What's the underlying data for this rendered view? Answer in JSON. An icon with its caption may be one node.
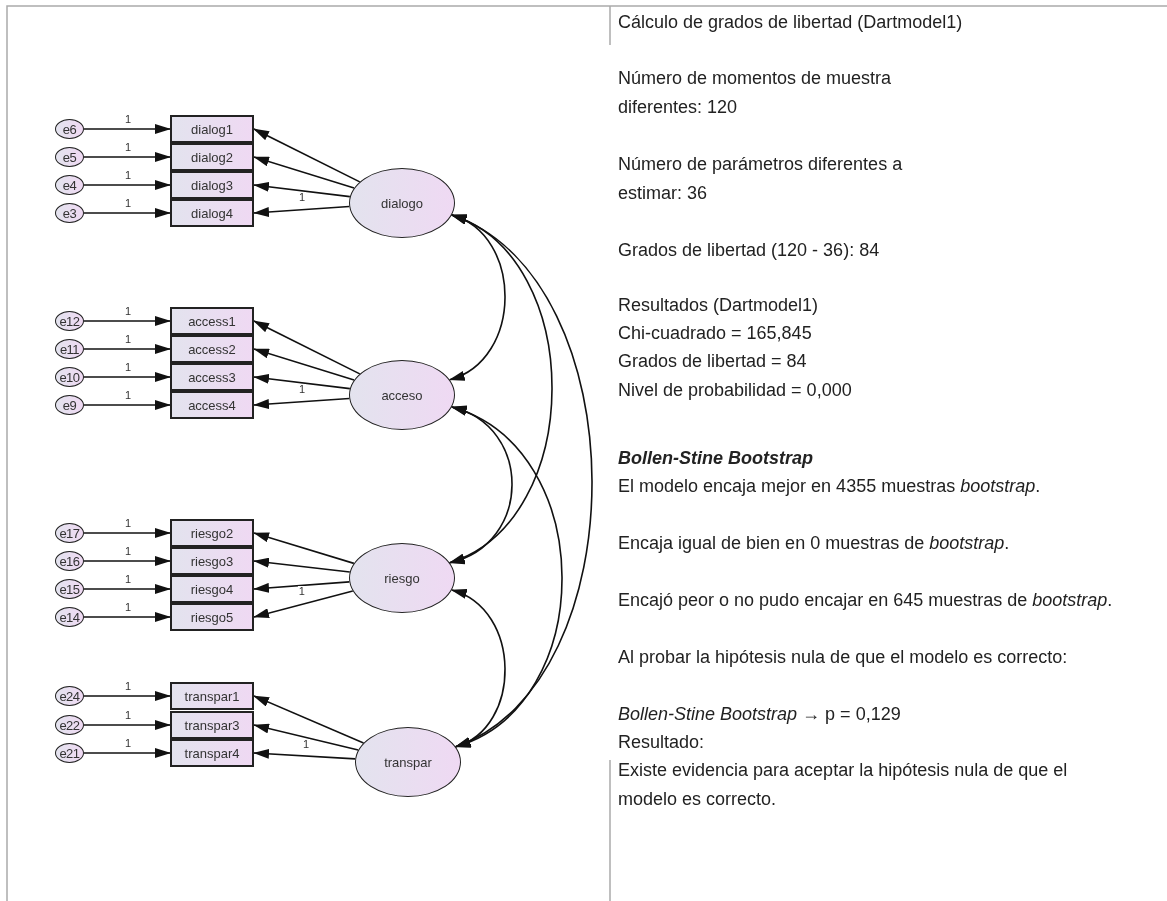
{
  "diagram": {
    "nodes": [
      {
        "text": [
          "e6"
        ]
      },
      {
        "text": [
          "e5"
        ]
      },
      {
        "text": [
          "e4"
        ]
      },
      {
        "text": [
          "e3"
        ]
      },
      {
        "text": [
          "dialog1"
        ]
      },
      {
        "text": [
          "dialog2"
        ]
      },
      {
        "text": [
          "dialog3"
        ]
      },
      {
        "text": [
          "dialog4"
        ]
      },
      {
        "text": [
          "dialogo"
        ]
      },
      {
        "text": [
          "e12"
        ]
      },
      {
        "text": [
          "e11"
        ]
      },
      {
        "text": [
          "e10"
        ]
      },
      {
        "text": [
          "e9"
        ]
      },
      {
        "text": [
          "access1"
        ]
      },
      {
        "text": [
          "access2"
        ]
      },
      {
        "text": [
          "access3"
        ]
      },
      {
        "text": [
          "access4"
        ]
      },
      {
        "text": [
          "acceso"
        ]
      },
      {
        "text": [
          "e17"
        ]
      },
      {
        "text": [
          "e16"
        ]
      },
      {
        "text": [
          "e15"
        ]
      },
      {
        "text": [
          "e14"
        ]
      },
      {
        "text": [
          "riesgo2"
        ]
      },
      {
        "text": [
          "riesgo3"
        ]
      },
      {
        "text": [
          "riesgo4"
        ]
      },
      {
        "text": [
          "riesgo5"
        ]
      },
      {
        "text": [
          "riesgo"
        ]
      },
      {
        "text": [
          "e24"
        ]
      },
      {
        "text": [
          "e22"
        ]
      },
      {
        "text": [
          "e21"
        ]
      },
      {
        "text": [
          "transpar1"
        ]
      },
      {
        "text": [
          "transpar3"
        ]
      },
      {
        "text": [
          "transpar4"
        ]
      },
      {
        "text": [
          "transpar"
        ]
      }
    ],
    "edges": [
      {
        "from": 0,
        "to": 4,
        "arrow": "to",
        "label": "1"
      },
      {
        "from": 1,
        "to": 5,
        "arrow": "to",
        "label": "1"
      },
      {
        "from": 2,
        "to": 6,
        "arrow": "to",
        "label": "1"
      },
      {
        "from": 3,
        "to": 7,
        "arrow": "to",
        "label": "1"
      },
      {
        "from": 8,
        "to": 4,
        "arrow": "to"
      },
      {
        "from": 8,
        "to": 5,
        "arrow": "to"
      },
      {
        "from": 8,
        "to": 6,
        "arrow": "to",
        "label": "1"
      },
      {
        "from": 8,
        "to": 7,
        "arrow": "to"
      },
      {
        "from": 9,
        "to": 13,
        "arrow": "to",
        "label": "1"
      },
      {
        "from": 10,
        "to": 14,
        "arrow": "to",
        "label": "1"
      },
      {
        "from": 11,
        "to": 15,
        "arrow": "to",
        "label": "1"
      },
      {
        "from": 12,
        "to": 16,
        "arrow": "to",
        "label": "1"
      },
      {
        "from": 17,
        "to": 13,
        "arrow": "to"
      },
      {
        "from": 17,
        "to": 14,
        "arrow": "to"
      },
      {
        "from": 17,
        "to": 15,
        "arrow": "to",
        "label": "1"
      },
      {
        "from": 17,
        "to": 16,
        "arrow": "to"
      },
      {
        "from": 18,
        "to": 22,
        "arrow": "to",
        "label": "1"
      },
      {
        "from": 19,
        "to": 23,
        "arrow": "to",
        "label": "1"
      },
      {
        "from": 20,
        "to": 24,
        "arrow": "to",
        "label": "1"
      },
      {
        "from": 21,
        "to": 25,
        "arrow": "to",
        "label": "1"
      },
      {
        "from": 26,
        "to": 22,
        "arrow": "to"
      },
      {
        "from": 26,
        "to": 23,
        "arrow": "to"
      },
      {
        "from": 26,
        "to": 24,
        "arrow": "to",
        "label": "1"
      },
      {
        "from": 26,
        "to": 25,
        "arrow": "to"
      },
      {
        "from": 27,
        "to": 30,
        "arrow": "to",
        "label": "1"
      },
      {
        "from": 28,
        "to": 31,
        "arrow": "to",
        "label": "1"
      },
      {
        "from": 29,
        "to": 32,
        "arrow": "to",
        "label": "1"
      },
      {
        "from": 33,
        "to": 30,
        "arrow": "to"
      },
      {
        "from": 33,
        "to": 31,
        "arrow": "to",
        "label": "1"
      },
      {
        "from": 33,
        "to": 32,
        "arrow": "to"
      },
      {
        "from": 8,
        "to": 17,
        "arrow": "both"
      },
      {
        "from": 8,
        "to": 26,
        "arrow": "both"
      },
      {
        "from": 8,
        "to": 33,
        "arrow": "both"
      },
      {
        "from": 17,
        "to": 26,
        "arrow": "both"
      },
      {
        "from": 17,
        "to": 33,
        "arrow": "both"
      },
      {
        "from": 26,
        "to": 33,
        "arrow": "both"
      }
    ],
    "labels": [
      "Cálculo de grados de libertad (Dartmodel1)",
      "Número de momentos de muestra diferentes: 120",
      "Número de parámetros diferentes a estimar: 36",
      "Grados de libertad (120 - 36): 84",
      "Resultados (Dartmodel1)",
      "Chi-cuadrado = 165,845",
      "Grados de libertad = 84",
      "Nivel de probabilidad = 0,000",
      "Bollen-Stine Bootstrap",
      "El modelo encaja mejor en 4355 muestras *bootstrap*.",
      "Encaja igual de bien en 0 muestras de *bootstrap*.",
      "Encajó peor o no pudo encajar en 645 muestras de *bootstrap*.",
      "Al probar la hipótesis nula de que el modelo es correcto:",
      "*Bollen-Stine Bootstrap* → p = 0,129",
      "Resultado:",
      "Existe evidencia para aceptar la hipótesis nula de que el modelo es correcto."
    ]
  }
}
